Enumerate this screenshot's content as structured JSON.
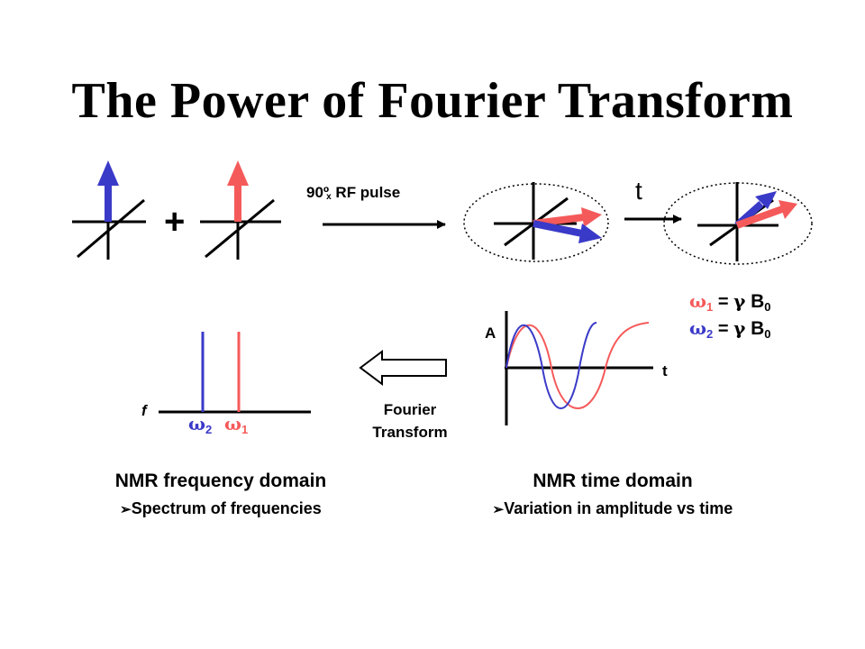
{
  "title": "The Power of Fourier Transform",
  "colors": {
    "red": "#f55a5a",
    "blue": "#3a3ac8",
    "black": "#000000"
  },
  "top_row": {
    "plus": "+",
    "pulse_label": "90º",
    "pulse_sub": "x",
    "pulse_suffix": " RF pulse",
    "time_label": "t"
  },
  "equations": [
    {
      "omega": "ω",
      "index": "1",
      "eq": " =  ",
      "gamma": "γ",
      "b": " B",
      "b_sub": "0"
    },
    {
      "omega": "ω",
      "index": "2",
      "eq": " =  ",
      "gamma": "γ",
      "b": " B",
      "b_sub": "0"
    }
  ],
  "time_plot": {
    "y_label": "A",
    "x_label": "t"
  },
  "freq_plot": {
    "axis_label": "f",
    "peaks": [
      {
        "omega": "ω",
        "index": "2",
        "color": "blue"
      },
      {
        "omega": "ω",
        "index": "1",
        "color": "red"
      }
    ]
  },
  "fourier": {
    "line1": "Fourier",
    "line2": "Transform"
  },
  "freq_domain": {
    "heading": "NMR frequency domain",
    "bullet_icon": "arrow-bullet-icon",
    "bullet": "Spectrum of frequencies"
  },
  "time_domain": {
    "heading": "NMR time domain",
    "bullet_icon": "arrow-bullet-icon",
    "bullet": "Variation in amplitude vs time"
  }
}
